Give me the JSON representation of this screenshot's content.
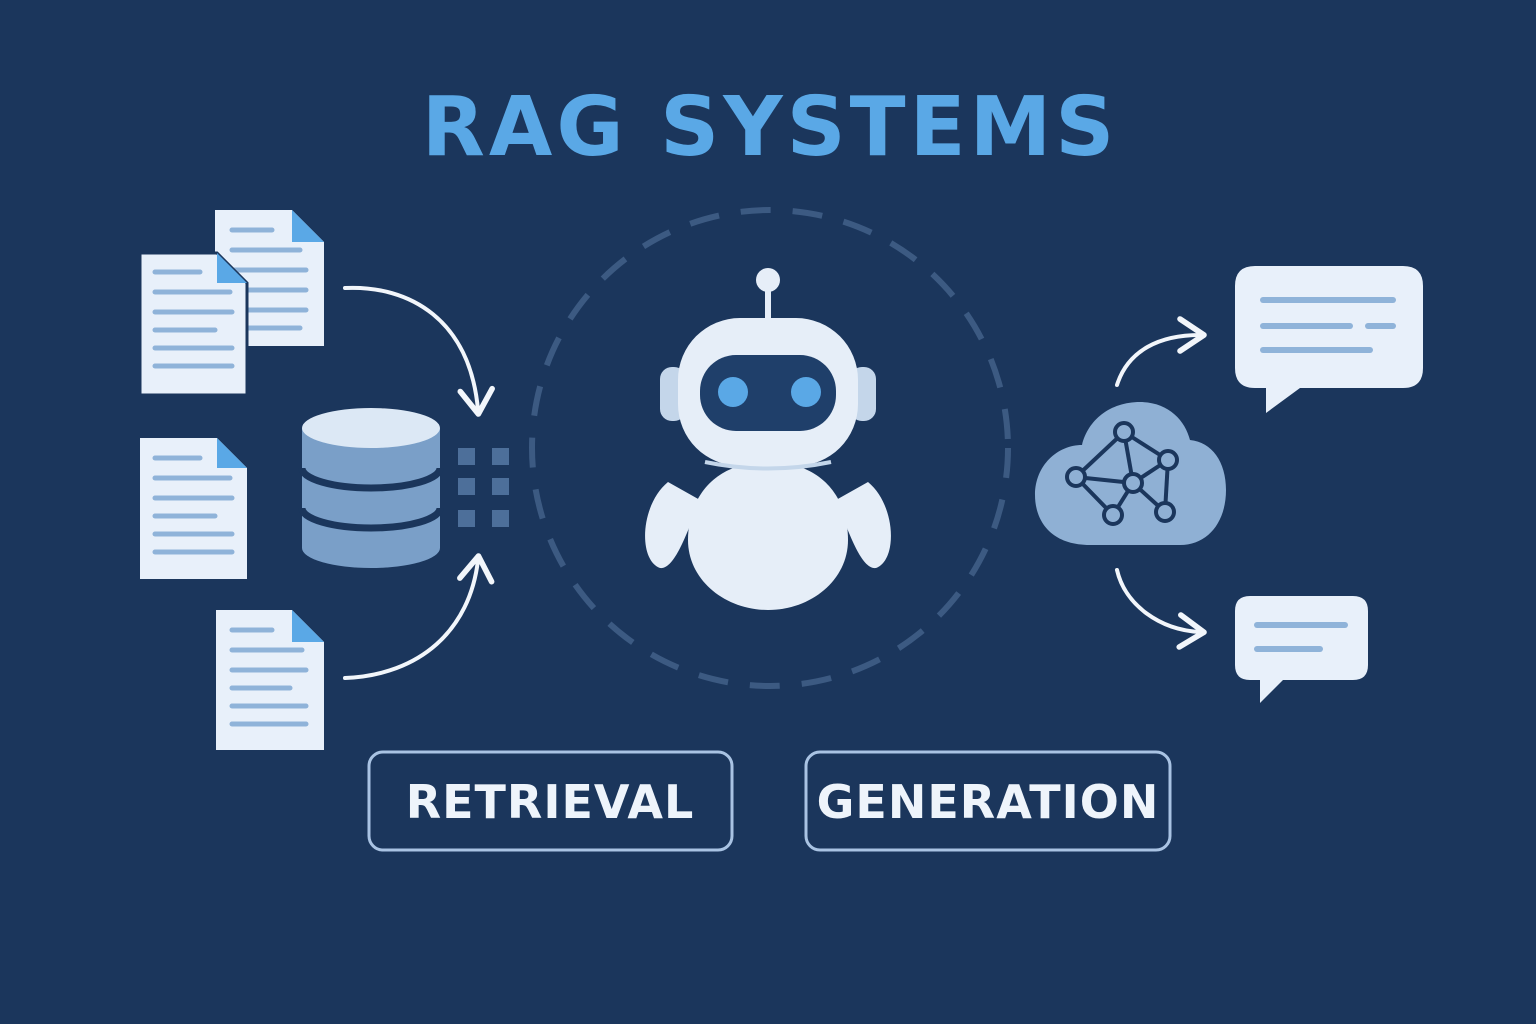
{
  "title": "RAG SYSTEMS",
  "labels": {
    "retrieval": "RETRIEVAL",
    "generation": "GENERATION"
  },
  "icons": {
    "documents": "document-icon",
    "database": "database-icon",
    "robot": "robot-icon",
    "knowledge_cloud": "knowledge-graph-cloud-icon",
    "responses": "chat-bubble-icon"
  },
  "colors": {
    "background": "#1b365c",
    "title": "#5aa8e6",
    "paper": "#e8f0fa",
    "paper_line": "#8fb3d9",
    "fold": "#5aa8e6",
    "database": "#7a9fc8",
    "database_top": "#dce8f5",
    "robot_body": "#e6eef8",
    "robot_visor": "#1f3f6a",
    "robot_eye": "#5aa8e6",
    "cloud": "#8fb0d4",
    "box_border": "#a9c3e3",
    "box_text": "#eef4fb",
    "arrow": "#f2f6fb"
  }
}
